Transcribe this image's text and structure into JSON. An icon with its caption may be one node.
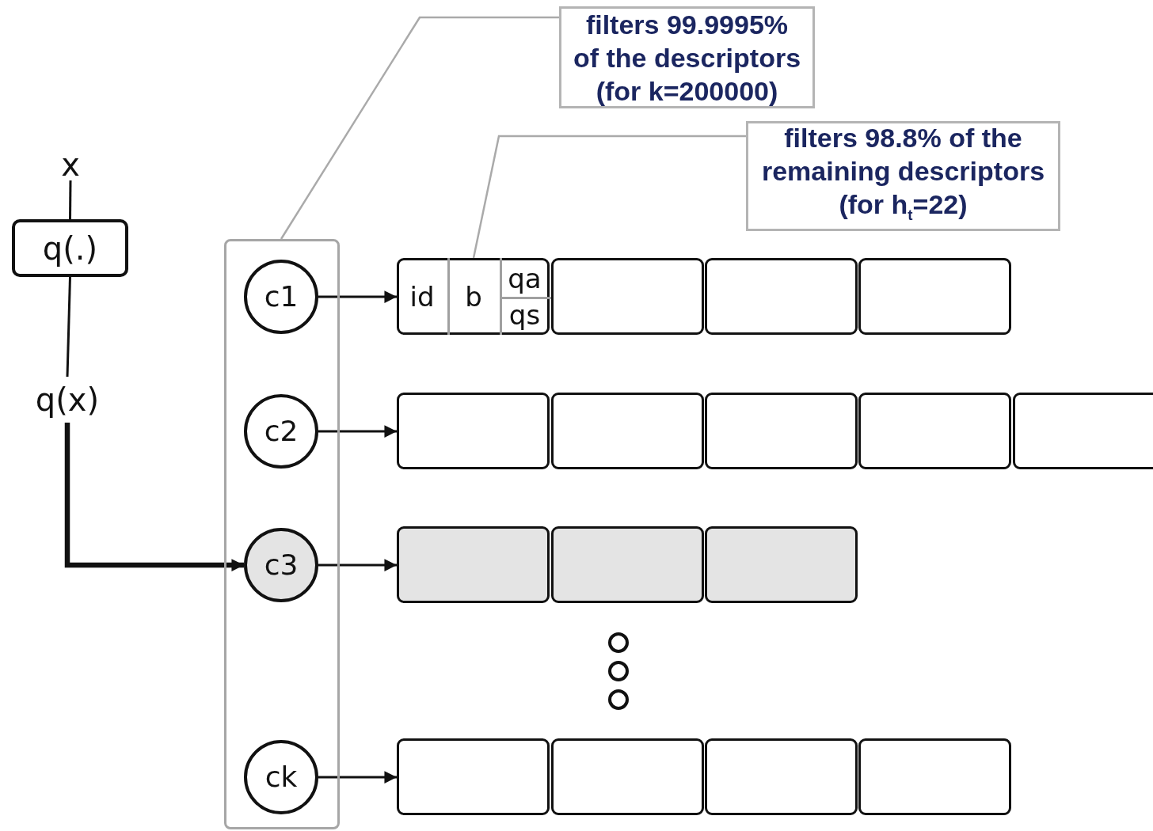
{
  "diagram": {
    "nodes": [
      {
        "text": [
          "x"
        ]
      },
      {
        "text": [
          "q(.)"
        ]
      },
      {
        "text": [
          "q(x)"
        ]
      },
      {
        "text": [
          "filters 99.9995% of the descriptors (for k=200000)"
        ]
      },
      {
        "text": [
          "filters 98.8% of the remaining descriptors (for h$_{t}$=22)"
        ]
      },
      {
        "text": [],
        "shape": "box"
      },
      {
        "text": [
          "c1"
        ],
        "in": 5
      },
      {
        "text": [
          "c2"
        ],
        "in": 5
      },
      {
        "text": [
          "c3"
        ],
        "in": 5
      },
      {
        "text": [
          "ck"
        ],
        "in": 5
      },
      {
        "text": [
          "id",
          "b",
          "qa",
          "qs"
        ]
      },
      {
        "text": [],
        "shape": "box"
      },
      {
        "text": [],
        "shape": "box"
      },
      {
        "text": [],
        "shape": "box"
      },
      {
        "text": [],
        "shape": "box"
      },
      {
        "text": [],
        "shape": "box"
      },
      {
        "text": [],
        "shape": "box"
      },
      {
        "text": [],
        "shape": "box"
      },
      {
        "text": [],
        "shape": "box"
      },
      {
        "text": [],
        "shape": "box"
      },
      {
        "text": [],
        "shape": "box"
      },
      {
        "text": [],
        "shape": "box"
      },
      {
        "text": [],
        "shape": "box"
      },
      {
        "text": [],
        "shape": "box"
      },
      {
        "text": [],
        "shape": "box"
      },
      {
        "text": [],
        "shape": "box"
      }
    ],
    "edges": [
      {
        "from": 0,
        "to": 1,
        "arrow": "none"
      },
      {
        "from": 1,
        "to": 2,
        "arrow": "none"
      },
      {
        "from": 2,
        "to": 8,
        "arrow": "to",
        "style": "thick"
      },
      {
        "from": 6,
        "to": 10,
        "arrow": "to"
      },
      {
        "from": 7,
        "to": 14,
        "arrow": "to"
      },
      {
        "from": 8,
        "to": 19,
        "arrow": "to"
      },
      {
        "from": 9,
        "to": 22,
        "arrow": "to"
      },
      {
        "from": 3,
        "to": 5,
        "arrow": "none",
        "color": "#aaaaaa"
      },
      {
        "from": 4,
        "to": 10,
        "arrow": "none",
        "color": "#aaaaaa"
      }
    ]
  }
}
